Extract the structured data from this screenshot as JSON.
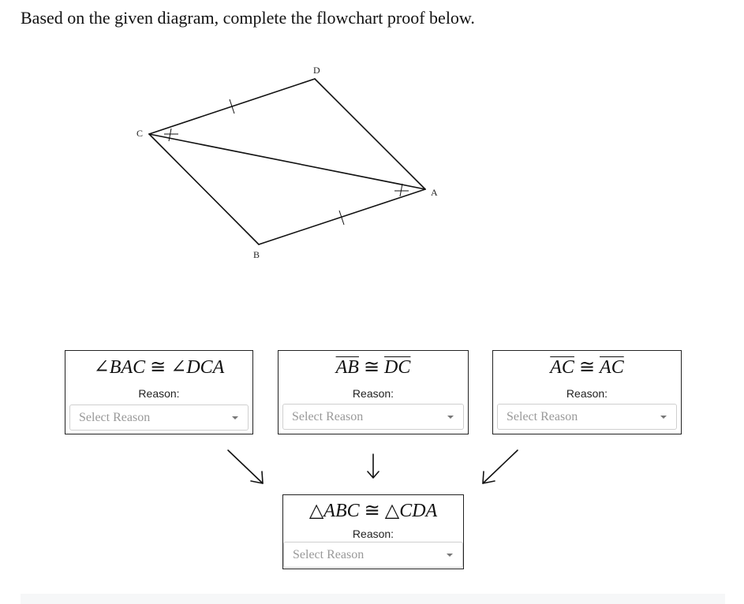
{
  "prompt": "Based on the given diagram, complete the flowchart proof below.",
  "diagram": {
    "labels": {
      "A": "A",
      "B": "B",
      "C": "C",
      "D": "D"
    }
  },
  "boxes": [
    {
      "statement": {
        "p1": "∠",
        "p2": "BAC",
        "p3": " ≅ ∠",
        "p4": "DCA"
      },
      "reason_label": "Reason:",
      "select_placeholder": "Select Reason"
    },
    {
      "statement": {
        "p1": "AB",
        "p2": " ≅ ",
        "p3": "DC"
      },
      "reason_label": "Reason:",
      "select_placeholder": "Select Reason"
    },
    {
      "statement": {
        "p1": "AC",
        "p2": " ≅ ",
        "p3": "AC"
      },
      "reason_label": "Reason:",
      "select_placeholder": "Select Reason"
    }
  ],
  "conclusion": {
    "statement": {
      "p1": "△",
      "p2": "ABC",
      "p3": " ≅ △",
      "p4": "CDA"
    },
    "reason_label": "Reason:",
    "select_placeholder": "Select Reason"
  }
}
